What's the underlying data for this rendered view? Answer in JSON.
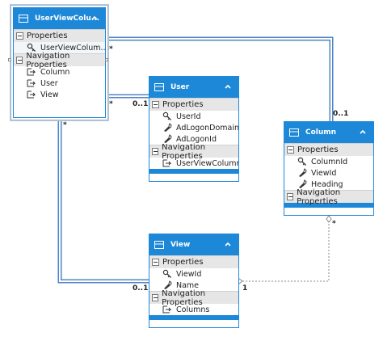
{
  "entities": {
    "userviewcolumn": {
      "title": "UserViewColu...",
      "sections": [
        {
          "label": "Properties",
          "rows": [
            "UserViewColum..."
          ]
        },
        {
          "label": "Navigation Properties",
          "rows": [
            "Column",
            "User",
            "View"
          ]
        }
      ]
    },
    "user": {
      "title": "User",
      "sections": [
        {
          "label": "Properties",
          "rows": [
            "UserId",
            "AdLogonDomain",
            "AdLogonId"
          ]
        },
        {
          "label": "Navigation Properties",
          "rows": [
            "UserViewColumns"
          ]
        }
      ]
    },
    "column": {
      "title": "Column",
      "sections": [
        {
          "label": "Properties",
          "rows": [
            "ColumnId",
            "ViewId",
            "Heading"
          ]
        },
        {
          "label": "Navigation Properties",
          "rows": []
        }
      ]
    },
    "view": {
      "title": "View",
      "sections": [
        {
          "label": "Properties",
          "rows": [
            "ViewId",
            "Name"
          ]
        },
        {
          "label": "Navigation Properties",
          "rows": [
            "Columns"
          ]
        }
      ]
    }
  },
  "multiplicities": {
    "uvc_column_many": "*",
    "column_uvc_one": "0..1",
    "uvc_user_many": "*",
    "user_uvc_one": "0..1",
    "uvc_view_many": "*",
    "view_uvc_one": "0..1",
    "view_column_one": "1",
    "column_view_many": "*"
  },
  "colors": {
    "entity_header": "#1e88d8",
    "section_header": "#e6e6e6",
    "link_double": "#4f86c6",
    "link_dashed": "#8a8a8a"
  },
  "icons": {
    "entity": "entity-icon",
    "key": "key-icon",
    "property": "property-icon",
    "navigation": "navigation-property-icon",
    "collapse": "collapse-caret-icon",
    "section": "section-collapse-icon"
  }
}
